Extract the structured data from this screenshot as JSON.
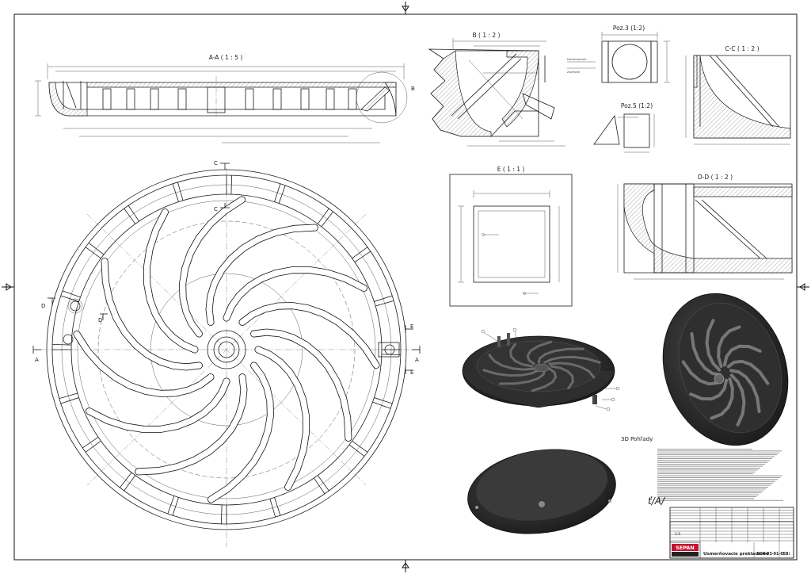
{
  "views": {
    "section_aa": "A-A ( 1 : 5 )",
    "section_b": "B ( 1 : 2 )",
    "poz3": "Poz.3 (1:2)",
    "poz5": "Poz.5 (1:2)",
    "section_cc": "C-C ( 1 : 2 )",
    "section_e": "E ( 1 : 1 )",
    "section_dd": "D-D ( 1 : 2 )",
    "views_3d": "3D Pohľady"
  },
  "section_markers": {
    "a_left": "A",
    "a_right": "A",
    "b": "B",
    "c_top": "C",
    "c_bottom": "C",
    "d_left": "D",
    "d_right": "D",
    "e_top": "E",
    "e_bottom": "E"
  },
  "title_block": {
    "company": "SEPAN",
    "drawing_title": "Usmerňovacie prekladanie",
    "drawing_number": "904-03-01-058",
    "sheet": "1 / 1",
    "scale": "1:5"
  },
  "signature": "ť/A/"
}
